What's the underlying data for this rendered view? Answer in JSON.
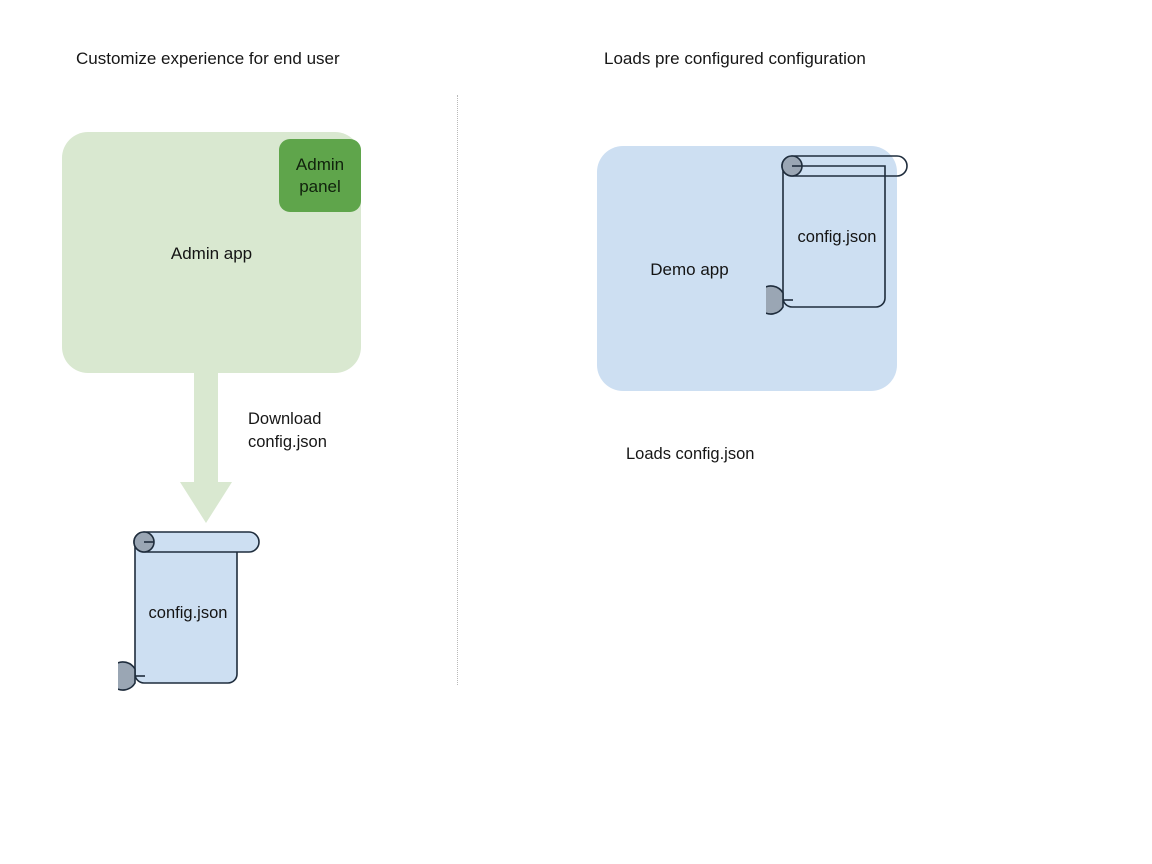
{
  "diagram": {
    "background_color": "#ffffff",
    "divider": {
      "name": "vertical-dotted-divider",
      "color": "#b9b9b9",
      "style": "dotted"
    },
    "panels": [
      {
        "id": "left",
        "title": "Customize experience for end user",
        "app_box": {
          "label": "Admin app",
          "fill": "#d9e8d0"
        },
        "sub_box": {
          "label": "Admin panel",
          "fill": "#5fa54b"
        },
        "arrow": {
          "label_line1": "Download",
          "label_line2": "config.json",
          "direction": "down",
          "fill": "#d9e8d0"
        },
        "document": {
          "label": "config.json",
          "fill": "#cddff2",
          "stroke": "#1f2d3d",
          "roll_fill": "#9aa6b4"
        }
      },
      {
        "id": "right",
        "title": "Loads pre configured configuration",
        "app_box": {
          "label": "Demo app",
          "fill": "#cddff2"
        },
        "document": {
          "label": "config.json",
          "fill": "none",
          "stroke": "#1f2d3d",
          "roll_fill": "#9aa6b4"
        },
        "caption": "Loads config.json"
      }
    ]
  }
}
